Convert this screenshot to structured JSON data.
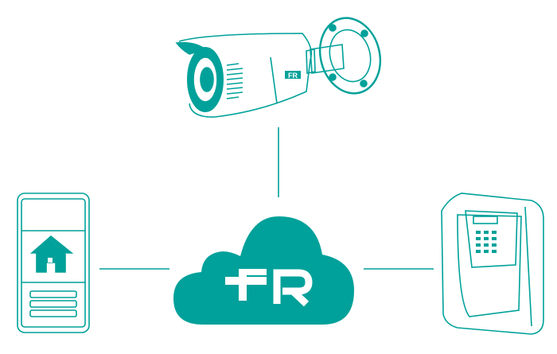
{
  "diagram": {
    "logo_text": "FR",
    "accent_color": "#00A19A",
    "nodes": [
      {
        "id": "camera",
        "icon": "security-camera-icon"
      },
      {
        "id": "cloud",
        "icon": "cloud-logo-icon"
      },
      {
        "id": "phone",
        "icon": "smart-home-phone-icon"
      },
      {
        "id": "alarm-panel",
        "icon": "alarm-keypad-icon"
      }
    ]
  }
}
